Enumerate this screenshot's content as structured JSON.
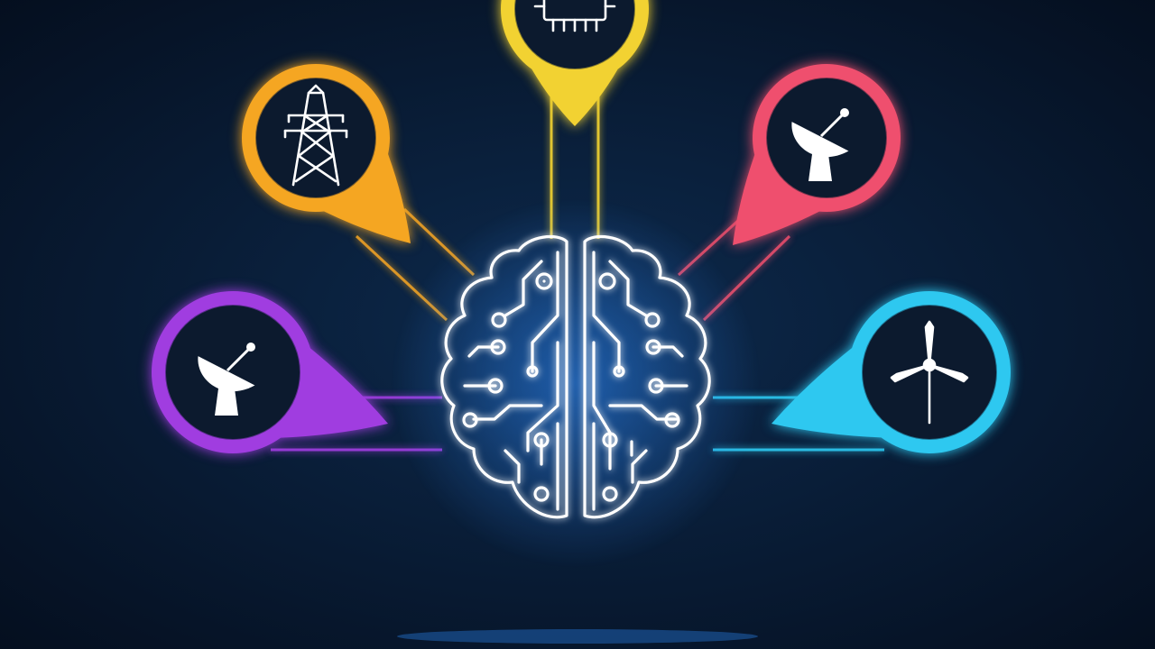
{
  "colors": {
    "background_center": "#0d2a4d",
    "background_edge": "#040d1c",
    "brain": "#ffffff",
    "brain_glow": "#3aa0ff",
    "icon_disc": "#0c1a2e",
    "icon": "#ffffff"
  },
  "hub": {
    "name": "brain",
    "icon": "circuit-brain-icon"
  },
  "nodes": [
    {
      "id": "power-grid",
      "icon": "transmission-tower-icon",
      "color": "#f5a623"
    },
    {
      "id": "computing",
      "icon": "microchip-icon",
      "color": "#f2d230"
    },
    {
      "id": "telecom",
      "icon": "satellite-dish-icon",
      "color": "#ef4f6e"
    },
    {
      "id": "satellite",
      "icon": "satellite-dish-icon",
      "color": "#a03ee0"
    },
    {
      "id": "renewables",
      "icon": "wind-turbine-icon",
      "color": "#2ec8f0"
    }
  ]
}
